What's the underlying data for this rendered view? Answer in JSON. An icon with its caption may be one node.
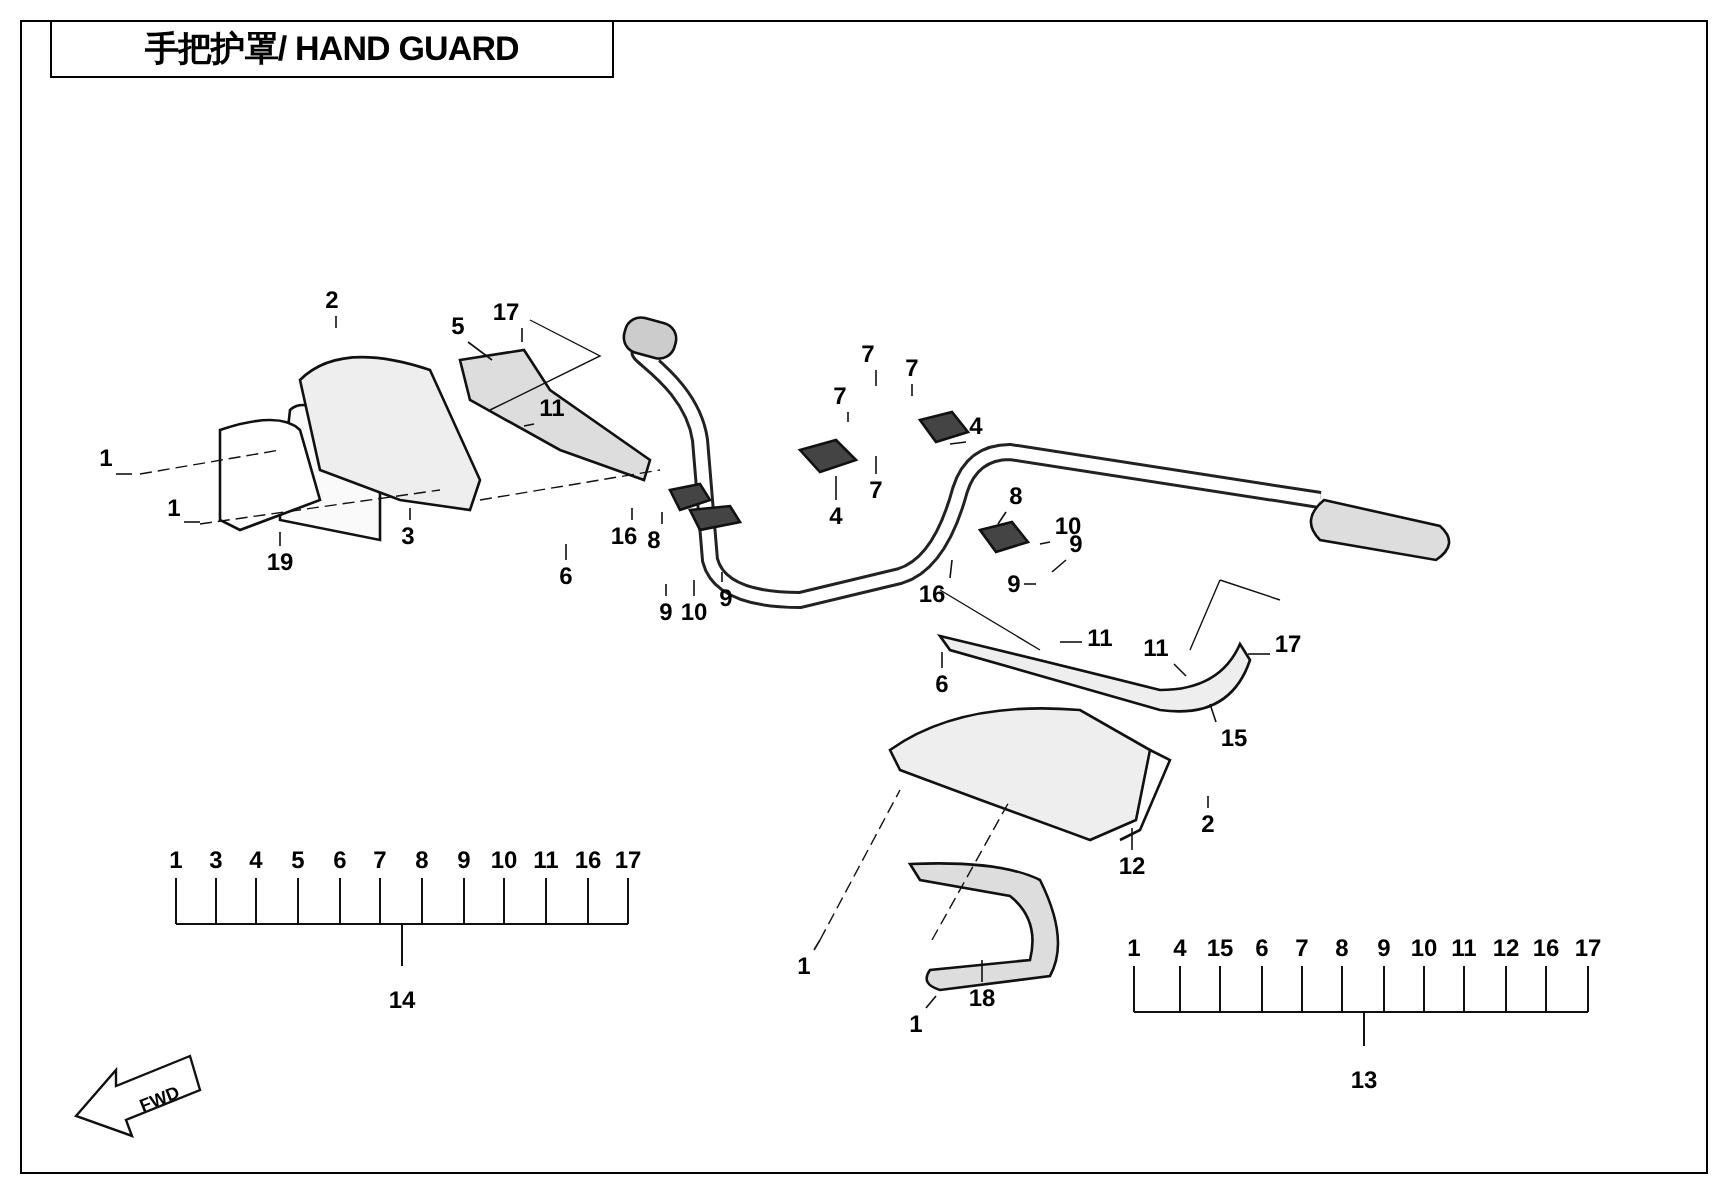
{
  "diagram": {
    "title": "手把护罩/ HAND GUARD",
    "nodes": [
      {
        "text": [
          "2"
        ]
      },
      {
        "text": [
          "5"
        ]
      },
      {
        "text": [
          "17"
        ]
      },
      {
        "text": [
          "1"
        ]
      },
      {
        "text": [
          "1"
        ]
      },
      {
        "text": [
          "19"
        ]
      },
      {
        "text": [
          "3"
        ]
      },
      {
        "text": [
          "11"
        ]
      },
      {
        "text": [
          "6"
        ]
      },
      {
        "text": [
          "16"
        ]
      },
      {
        "text": [
          "8"
        ]
      },
      {
        "text": [
          "9"
        ]
      },
      {
        "text": [
          "10"
        ]
      },
      {
        "text": [
          "9"
        ]
      },
      {
        "text": [
          "7"
        ]
      },
      {
        "text": [
          "7"
        ]
      },
      {
        "text": [
          "7"
        ]
      },
      {
        "text": [
          "7"
        ]
      },
      {
        "text": [
          "4"
        ]
      },
      {
        "text": [
          "4"
        ]
      },
      {
        "text": [
          "8"
        ]
      },
      {
        "text": [
          "10"
        ]
      },
      {
        "text": [
          "9"
        ]
      },
      {
        "text": [
          "9"
        ]
      },
      {
        "text": [
          "16"
        ]
      },
      {
        "text": [
          "11"
        ]
      },
      {
        "text": [
          "6"
        ]
      },
      {
        "text": [
          "11"
        ]
      },
      {
        "text": [
          "17"
        ]
      },
      {
        "text": [
          "15"
        ]
      },
      {
        "text": [
          "2"
        ]
      },
      {
        "text": [
          "12"
        ]
      },
      {
        "text": [
          "18"
        ]
      },
      {
        "text": [
          "1"
        ]
      },
      {
        "text": [
          "1"
        ]
      }
    ],
    "edges": [
      {
        "from": 0,
        "to": null,
        "arrow": "none"
      },
      {
        "from": 1,
        "to": null,
        "arrow": "none"
      },
      {
        "from": 2,
        "to": null,
        "arrow": "none"
      },
      {
        "from": 3,
        "to": null,
        "arrow": "none"
      },
      {
        "from": 4,
        "to": null,
        "arrow": "none"
      },
      {
        "from": 5,
        "to": null,
        "arrow": "none"
      },
      {
        "from": 6,
        "to": null,
        "arrow": "none"
      },
      {
        "from": 7,
        "to": null,
        "arrow": "none"
      },
      {
        "from": 8,
        "to": null,
        "arrow": "none"
      },
      {
        "from": 9,
        "to": null,
        "arrow": "none"
      },
      {
        "from": 10,
        "to": null,
        "arrow": "none"
      },
      {
        "from": 11,
        "to": null,
        "arrow": "none"
      },
      {
        "from": 12,
        "to": null,
        "arrow": "none"
      },
      {
        "from": 13,
        "to": null,
        "arrow": "none"
      },
      {
        "from": 14,
        "to": null,
        "arrow": "none"
      },
      {
        "from": 15,
        "to": null,
        "arrow": "none"
      },
      {
        "from": 16,
        "to": null,
        "arrow": "none"
      },
      {
        "from": 17,
        "to": null,
        "arrow": "none"
      },
      {
        "from": 18,
        "to": null,
        "arrow": "none"
      },
      {
        "from": 19,
        "to": null,
        "arrow": "none"
      },
      {
        "from": 20,
        "to": null,
        "arrow": "none"
      },
      {
        "from": 21,
        "to": null,
        "arrow": "none"
      },
      {
        "from": 22,
        "to": null,
        "arrow": "none"
      },
      {
        "from": 23,
        "to": null,
        "arrow": "none"
      },
      {
        "from": 24,
        "to": null,
        "arrow": "none"
      },
      {
        "from": 25,
        "to": null,
        "arrow": "none"
      },
      {
        "from": 26,
        "to": null,
        "arrow": "none"
      },
      {
        "from": 27,
        "to": null,
        "arrow": "none"
      },
      {
        "from": 28,
        "to": null,
        "arrow": "none"
      },
      {
        "from": 29,
        "to": null,
        "arrow": "none"
      },
      {
        "from": 30,
        "to": null,
        "arrow": "none"
      },
      {
        "from": 31,
        "to": null,
        "arrow": "none"
      },
      {
        "from": 32,
        "to": null,
        "arrow": "none"
      },
      {
        "from": 33,
        "to": null,
        "arrow": "none"
      },
      {
        "from": 34,
        "to": null,
        "arrow": "none"
      }
    ],
    "labels": [
      "1",
      "3",
      "4",
      "5",
      "6",
      "7",
      "8",
      "9",
      "10",
      "11",
      "16",
      "17",
      "14",
      "1",
      "4",
      "15",
      "6",
      "7",
      "8",
      "9",
      "10",
      "11",
      "12",
      "16",
      "17",
      "13",
      "FWD"
    ]
  }
}
